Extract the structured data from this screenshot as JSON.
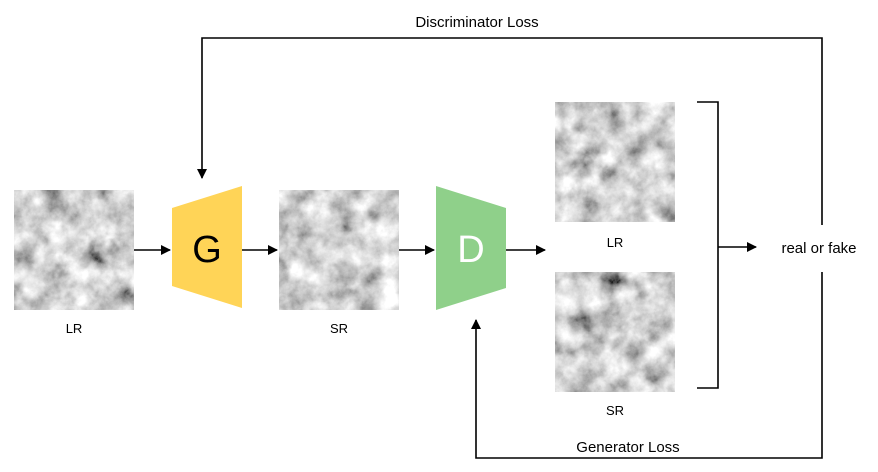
{
  "diagram": {
    "top_loss": "Discriminator Loss",
    "bottom_loss": "Generator Loss",
    "generator_letter": "G",
    "discriminator_letter": "D",
    "input_label": "LR",
    "output_label": "SR",
    "pair_top_label": "LR",
    "pair_bottom_label": "SR",
    "decision": "real or fake"
  },
  "colors": {
    "generator_fill": "#FFD457",
    "discriminator_fill": "#8FD08A",
    "line": "#000000"
  },
  "icons": {
    "terrain": "grayscale-heightmap-tile"
  }
}
